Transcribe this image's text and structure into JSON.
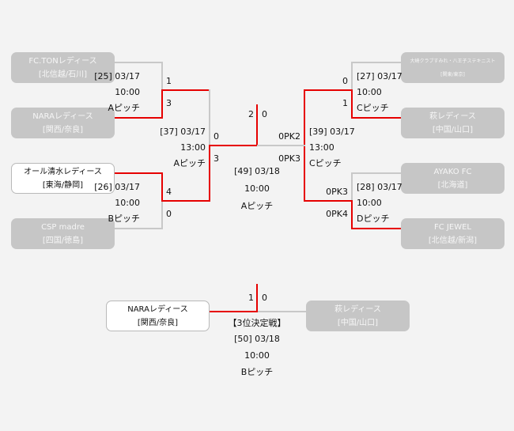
{
  "bracket": {
    "teams": {
      "t1": {
        "name": "FC.TONレディース",
        "region": "[北信越/石川]",
        "status": "eliminated"
      },
      "t2": {
        "name": "NARAレディース",
        "region": "[関西/奈良]",
        "status": "eliminated"
      },
      "t3": {
        "name": "オール清水レディース",
        "region": "[東海/静岡]",
        "status": "winner"
      },
      "t4": {
        "name": "CSP madre",
        "region": "[四国/徳島]",
        "status": "eliminated"
      },
      "t5": {
        "name": "大崎クラブすみれ・八王子ステキニスト",
        "region": "[関東/東京]",
        "status": "eliminated"
      },
      "t6": {
        "name": "萩レディース",
        "region": "[中国/山口]",
        "status": "eliminated"
      },
      "t7": {
        "name": "AYAKO FC",
        "region": "[北海道]",
        "status": "eliminated"
      },
      "t8": {
        "name": "FC JEWEL",
        "region": "[北信越/新潟]",
        "status": "eliminated"
      }
    },
    "matches": {
      "m25": {
        "id": "[25] 03/17",
        "time": "10:00",
        "pitch": "Aピッチ",
        "score_top": "1",
        "score_bottom": "3"
      },
      "m26": {
        "id": "[26] 03/17",
        "time": "10:00",
        "pitch": "Bピッチ",
        "score_top": "4",
        "score_bottom": "0"
      },
      "m27": {
        "id": "[27] 03/17",
        "time": "10:00",
        "pitch": "Cピッチ",
        "score_top": "0",
        "score_bottom": "1"
      },
      "m28": {
        "id": "[28] 03/17",
        "time": "10:00",
        "pitch": "Dピッチ",
        "score_top": "0PK3",
        "score_bottom": "0PK4"
      },
      "m37": {
        "id": "[37] 03/17",
        "time": "13:00",
        "pitch": "Aピッチ",
        "score_top": "0",
        "score_bottom": "3"
      },
      "m39": {
        "id": "[39] 03/17",
        "time": "13:00",
        "pitch": "Cピッチ",
        "score_top": "0PK2",
        "score_bottom": "0PK3"
      },
      "m49": {
        "id": "[49] 03/18",
        "time": "10:00",
        "pitch": "Aピッチ",
        "score_left": "2",
        "score_right": "0"
      }
    }
  },
  "third_place": {
    "title": "【3位決定戦】",
    "id": "[50] 03/18",
    "time": "10:00",
    "pitch": "Bピッチ",
    "score_left": "1",
    "score_right": "0",
    "left": {
      "name": "NARAレディース",
      "region": "[関西/奈良]",
      "status": "winner"
    },
    "right": {
      "name": "萩レディース",
      "region": "[中国/山口]",
      "status": "eliminated"
    }
  },
  "colors": {
    "win_line": "#e60000",
    "line": "#c8c8c8",
    "eliminated_box": "#c6c6c6"
  }
}
